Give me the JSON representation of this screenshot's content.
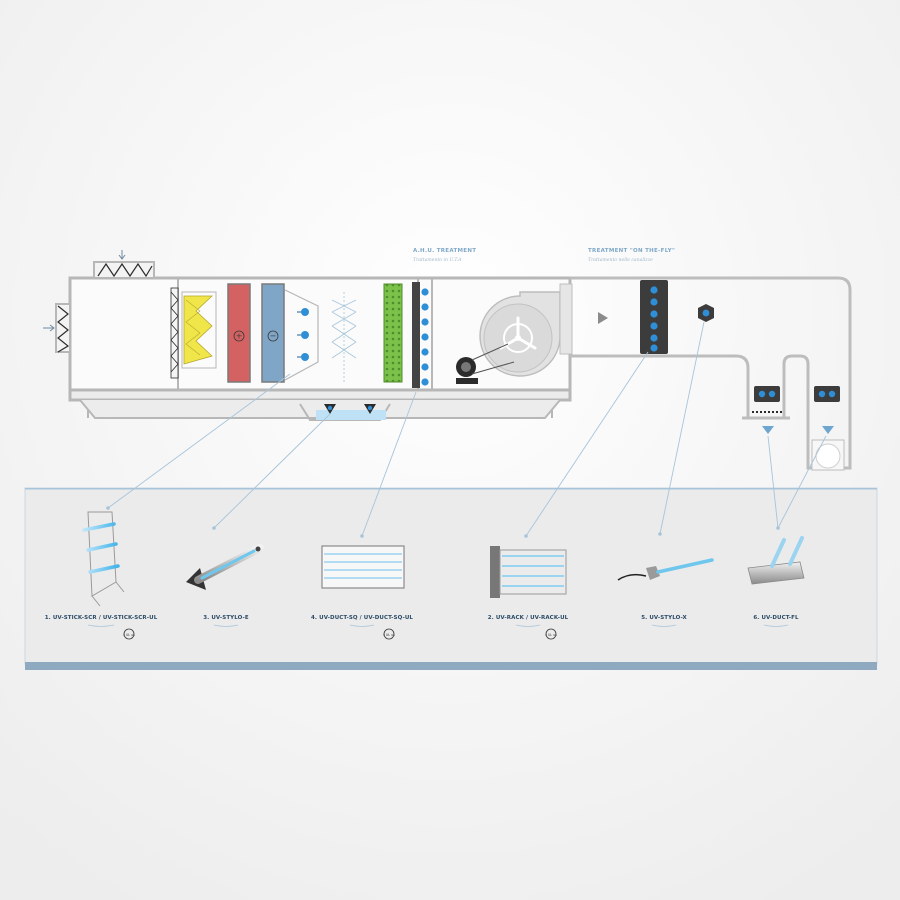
{
  "sections": {
    "ahu": {
      "title": "A.H.U. TREATMENT",
      "subtitle": "Trattamento in U.T.A"
    },
    "onthefly": {
      "title": "TREATMENT \"ON THE-FLY\"",
      "subtitle": "Trattamento nelle canalizze"
    }
  },
  "products": [
    {
      "label": "1. UV-STICK-SCR / UV-STICK-SCR-UL",
      "certified": true
    },
    {
      "label": "3. UV-STYLO-E",
      "certified": false
    },
    {
      "label": "4. UV-DUCT-SQ / UV-DUCT-SQ-UL",
      "certified": true
    },
    {
      "label": "2. UV-RACK / UV-RACK-UL",
      "certified": true
    },
    {
      "label": "5. UV-STYLO-X",
      "certified": false
    },
    {
      "label": "6. UV-DUCT-FL",
      "certified": false
    }
  ],
  "cert_mark": "c UL us",
  "coil_symbols": {
    "heating": "+",
    "cooling": "−"
  },
  "colors": {
    "accent_blue": "#2f8fd6",
    "heating_coil": "#d46262",
    "cooling_coil": "#7fa6c7",
    "filter_yellow": "#f0e64a",
    "coil_green": "#7cc14a",
    "connector_line": "#a8c4da",
    "footer_bar": "#8fa9c0"
  }
}
